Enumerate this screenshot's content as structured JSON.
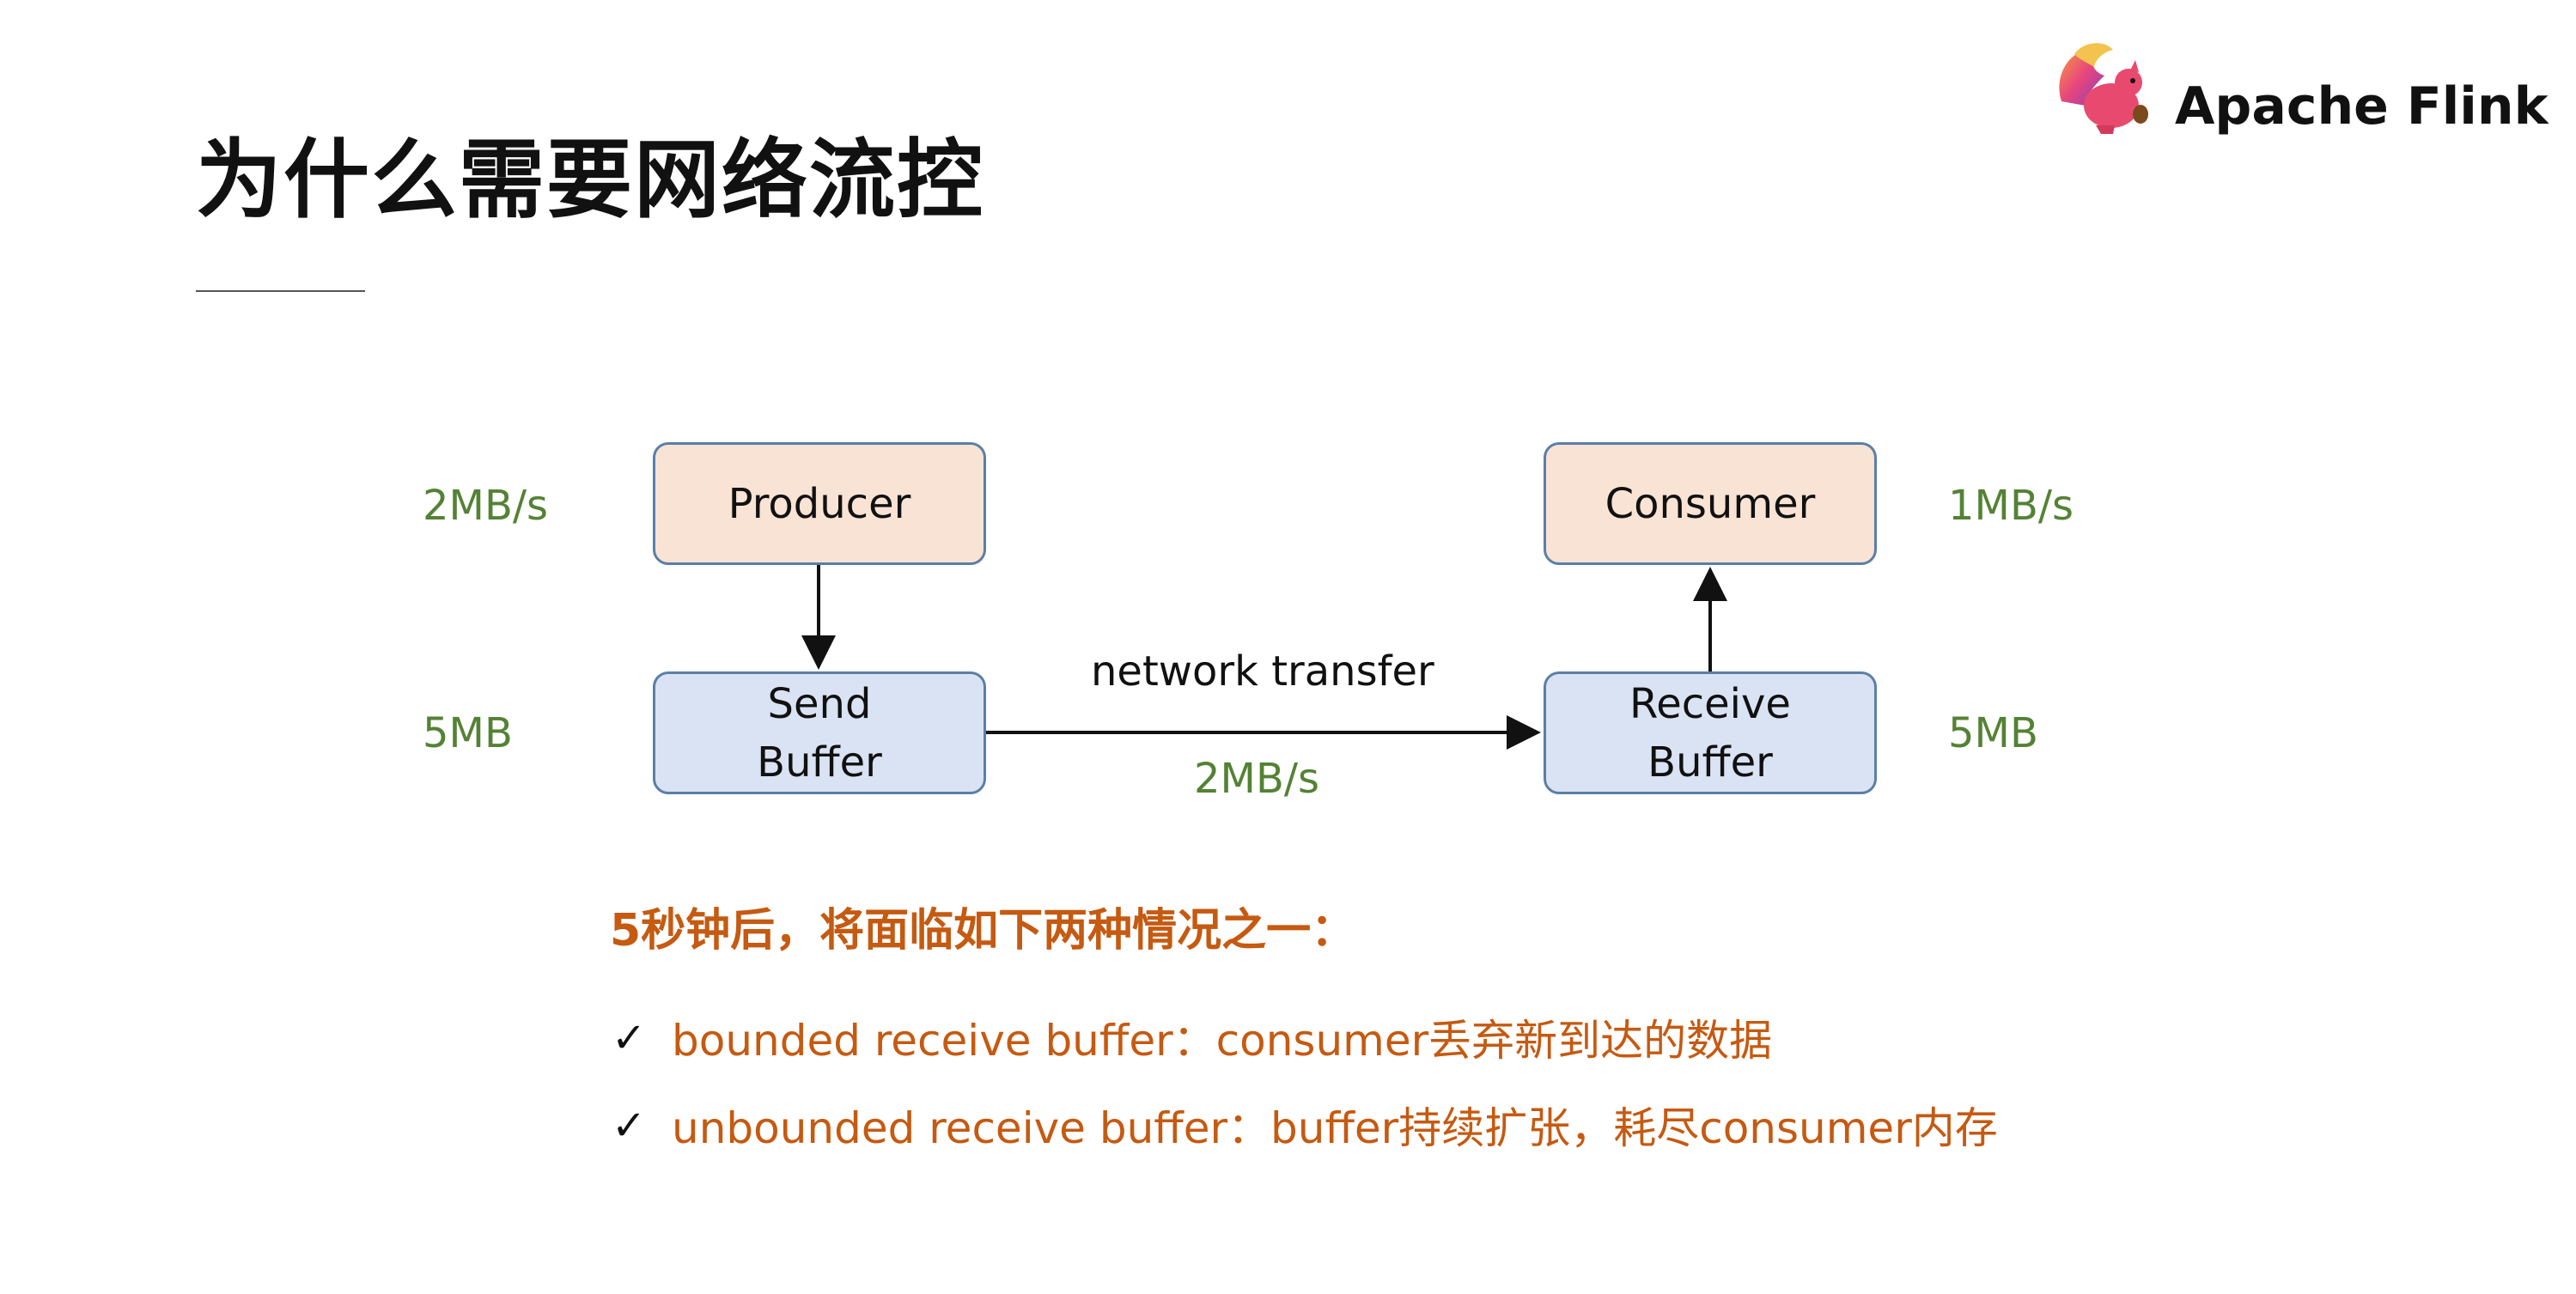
{
  "slide": {
    "title": "为什么需要网络流控",
    "logo_text": "Apache Flink"
  },
  "diagram": {
    "producer": {
      "label": "Producer",
      "rate": "2MB/s"
    },
    "send_buffer": {
      "line1": "Send",
      "line2": "Buffer",
      "size": "5MB"
    },
    "consumer": {
      "label": "Consumer",
      "rate": "1MB/s"
    },
    "receive_buffer": {
      "line1": "Receive",
      "line2": "Buffer",
      "size": "5MB"
    },
    "transfer": {
      "label": "network transfer",
      "rate": "2MB/s"
    }
  },
  "notes": {
    "heading": "5秒钟后，将面临如下两种情况之一：",
    "check_symbol": "✓",
    "items": [
      "bounded receive buffer：consumer丢弃新到达的数据",
      "unbounded receive buffer：buffer持续扩张，耗尽consumer内存"
    ]
  },
  "colors": {
    "title": "#111111",
    "green_value": "#548235",
    "orange_text": "#c55a11",
    "box_peach": "#f9e3d4",
    "box_blue": "#dae3f3",
    "box_border": "#5b7fa6"
  }
}
